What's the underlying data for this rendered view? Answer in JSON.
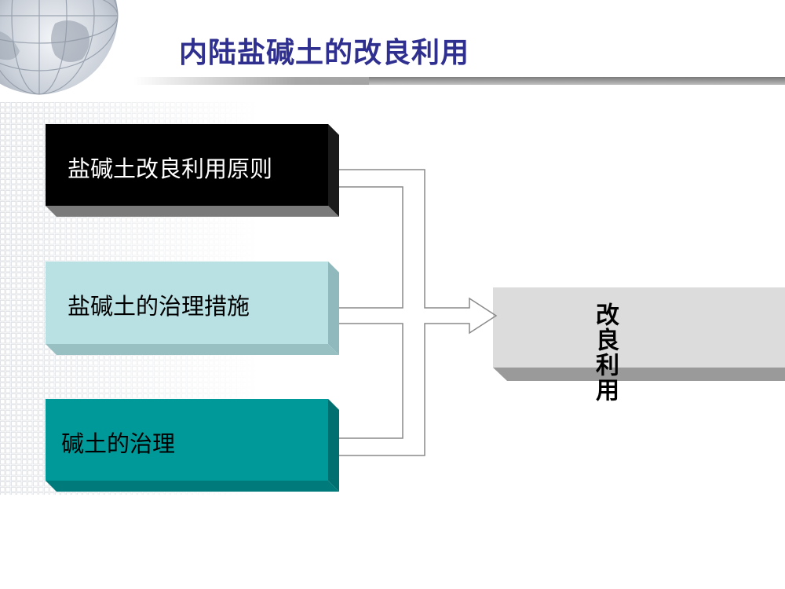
{
  "slide": {
    "title": "内陆盐碱土的改良利用",
    "colors": {
      "title": "#2f2f8f",
      "box_black": "#000000",
      "box_lightblue": "#b9e0e3",
      "box_teal": "#009999",
      "box_gray": "#dcdcdc"
    }
  },
  "diagram": {
    "sources": [
      {
        "label": "盐碱土改良利用原则",
        "color": "black"
      },
      {
        "label": "盐碱土的治理措施",
        "color": "light-blue"
      },
      {
        "label": "碱土的治理",
        "color": "teal"
      }
    ],
    "target": {
      "label": "改良利用",
      "color": "gray"
    }
  }
}
